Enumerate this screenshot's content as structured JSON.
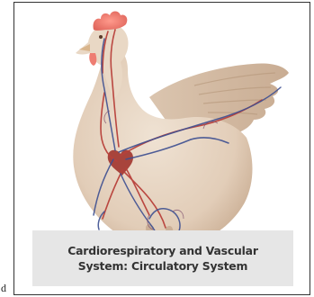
{
  "page": {
    "stray_char": "d"
  },
  "figure": {
    "caption_line_1": "Cardiorespiratory and Vascular",
    "caption_line_2": "System: Circulatory System",
    "colors": {
      "feather": "#e7d7c6",
      "feather_shadow": "#c9ad93",
      "comb": "#f07d73",
      "artery": "#b8403a",
      "vein": "#3d4f91",
      "heart": "#a8443c",
      "caption_bg": "#e6e6e6",
      "caption_text": "#333333",
      "frame": "#333333"
    }
  }
}
